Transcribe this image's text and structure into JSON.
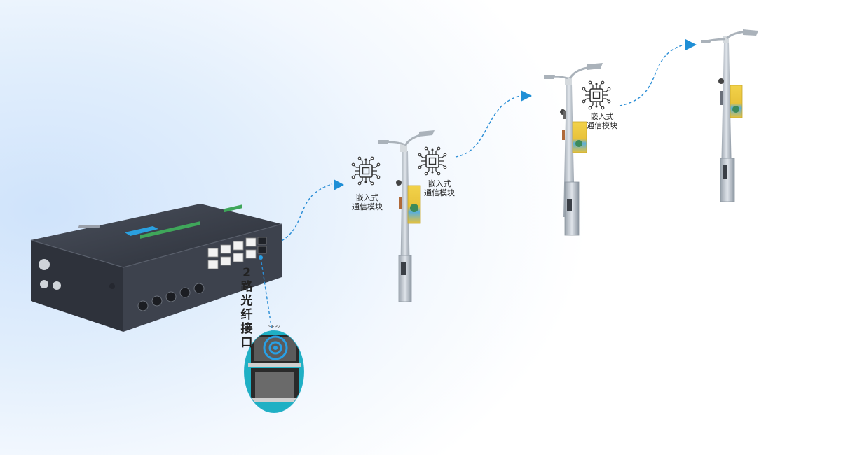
{
  "modules": [
    {
      "line1": "嵌入式",
      "line2": "通信模块"
    },
    {
      "line1": "嵌入式",
      "line2": "通信模块"
    },
    {
      "line1": "嵌入式",
      "line2": "通信模块"
    }
  ],
  "fiber_interface_label": "2路光纤接口",
  "port_tag": "SFP2",
  "colors": {
    "link_line": "#2b8ed6",
    "arrow": "#1f8fd6",
    "device_body": "#3a3f4b",
    "pole": "#b9c0c8"
  }
}
